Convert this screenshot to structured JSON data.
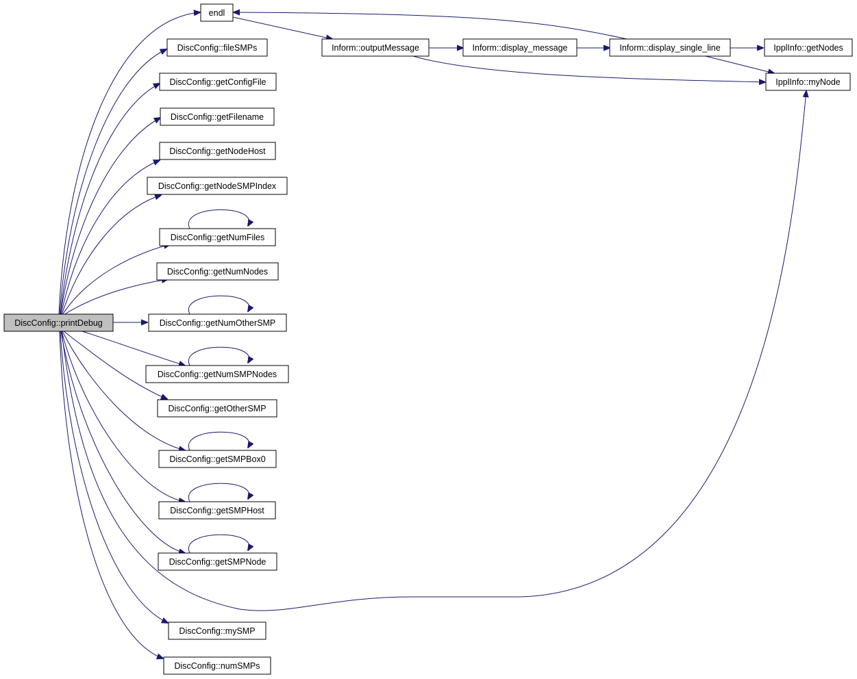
{
  "graph": {
    "root": "printDebug",
    "colors": {
      "edge": "#191970",
      "root_fill": "#bfbfbf",
      "node_fill": "#ffffff",
      "border": "#000000"
    },
    "nodes": [
      {
        "id": "printDebug",
        "label": "DiscConfig::printDebug",
        "root": true
      },
      {
        "id": "endl",
        "label": "endl"
      },
      {
        "id": "fileSMPs",
        "label": "DiscConfig::fileSMPs"
      },
      {
        "id": "getConfigFile",
        "label": "DiscConfig::getConfigFile"
      },
      {
        "id": "getFilename",
        "label": "DiscConfig::getFilename"
      },
      {
        "id": "getNodeHost",
        "label": "DiscConfig::getNodeHost"
      },
      {
        "id": "getNodeSMPIndex",
        "label": "DiscConfig::getNodeSMPIndex"
      },
      {
        "id": "getNumFiles",
        "label": "DiscConfig::getNumFiles"
      },
      {
        "id": "getNumNodes",
        "label": "DiscConfig::getNumNodes"
      },
      {
        "id": "getNumOtherSMP",
        "label": "DiscConfig::getNumOtherSMP"
      },
      {
        "id": "getNumSMPNodes",
        "label": "DiscConfig::getNumSMPNodes"
      },
      {
        "id": "getOtherSMP",
        "label": "DiscConfig::getOtherSMP"
      },
      {
        "id": "getSMPBox0",
        "label": "DiscConfig::getSMPBox0"
      },
      {
        "id": "getSMPHost",
        "label": "DiscConfig::getSMPHost"
      },
      {
        "id": "getSMPNode",
        "label": "DiscConfig::getSMPNode"
      },
      {
        "id": "mySMP",
        "label": "DiscConfig::mySMP"
      },
      {
        "id": "numSMPs",
        "label": "DiscConfig::numSMPs"
      },
      {
        "id": "outputMessage",
        "label": "Inform::outputMessage"
      },
      {
        "id": "display_message",
        "label": "Inform::display_message"
      },
      {
        "id": "display_single_line",
        "label": "Inform::display_single_line"
      },
      {
        "id": "getNodes",
        "label": "IpplInfo::getNodes"
      },
      {
        "id": "myNode",
        "label": "IpplInfo::myNode"
      }
    ],
    "edges": [
      {
        "from": "printDebug",
        "to": "endl"
      },
      {
        "from": "printDebug",
        "to": "fileSMPs"
      },
      {
        "from": "printDebug",
        "to": "getConfigFile"
      },
      {
        "from": "printDebug",
        "to": "getFilename"
      },
      {
        "from": "printDebug",
        "to": "getNodeHost"
      },
      {
        "from": "printDebug",
        "to": "getNodeSMPIndex"
      },
      {
        "from": "printDebug",
        "to": "getNumFiles"
      },
      {
        "from": "printDebug",
        "to": "getNumNodes"
      },
      {
        "from": "printDebug",
        "to": "getNumOtherSMP"
      },
      {
        "from": "printDebug",
        "to": "getNumSMPNodes"
      },
      {
        "from": "printDebug",
        "to": "getOtherSMP"
      },
      {
        "from": "printDebug",
        "to": "getSMPBox0"
      },
      {
        "from": "printDebug",
        "to": "getSMPHost"
      },
      {
        "from": "printDebug",
        "to": "getSMPNode"
      },
      {
        "from": "printDebug",
        "to": "myNode"
      },
      {
        "from": "printDebug",
        "to": "mySMP"
      },
      {
        "from": "printDebug",
        "to": "numSMPs"
      },
      {
        "from": "getNumFiles",
        "to": "getNumFiles"
      },
      {
        "from": "getNumOtherSMP",
        "to": "getNumOtherSMP"
      },
      {
        "from": "getNumSMPNodes",
        "to": "getNumSMPNodes"
      },
      {
        "from": "getSMPBox0",
        "to": "getSMPBox0"
      },
      {
        "from": "getSMPHost",
        "to": "getSMPHost"
      },
      {
        "from": "getSMPNode",
        "to": "getSMPNode"
      },
      {
        "from": "endl",
        "to": "outputMessage"
      },
      {
        "from": "outputMessage",
        "to": "display_message"
      },
      {
        "from": "outputMessage",
        "to": "myNode"
      },
      {
        "from": "display_message",
        "to": "display_single_line"
      },
      {
        "from": "display_single_line",
        "to": "endl"
      },
      {
        "from": "display_single_line",
        "to": "getNodes"
      },
      {
        "from": "display_single_line",
        "to": "myNode"
      }
    ]
  }
}
